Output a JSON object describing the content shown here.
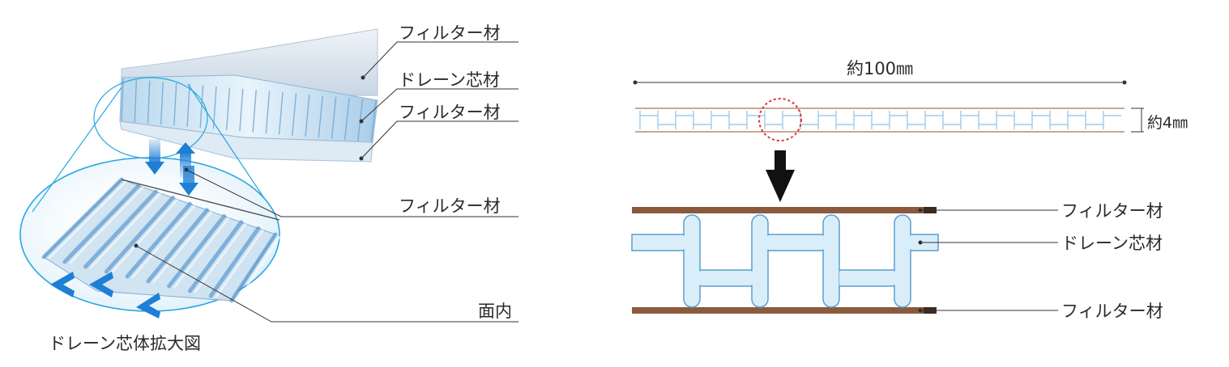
{
  "left_panel": {
    "labels": {
      "filter_top": "フィルター材",
      "drain_core": "ドレーン芯材",
      "filter_bottom": "フィルター材",
      "filter_detail": "フィルター材",
      "in_plane": "面内"
    },
    "caption": "ドレーン芯体拡大図"
  },
  "right_panel": {
    "width_label": "約100㎜",
    "thickness_label": "約4㎜",
    "labels": {
      "filter_top": "フィルター材",
      "drain_core": "ドレーン芯材",
      "filter_bottom": "フィルター材"
    }
  },
  "colors": {
    "filter_brown": "#8b5a3c",
    "core_fill": "#d9eef9",
    "core_stroke": "#5a9fcf",
    "magnifier": "#2aa7df",
    "highlight_red": "#e0312b",
    "arrow_black": "#111111",
    "leader": "#333333"
  }
}
